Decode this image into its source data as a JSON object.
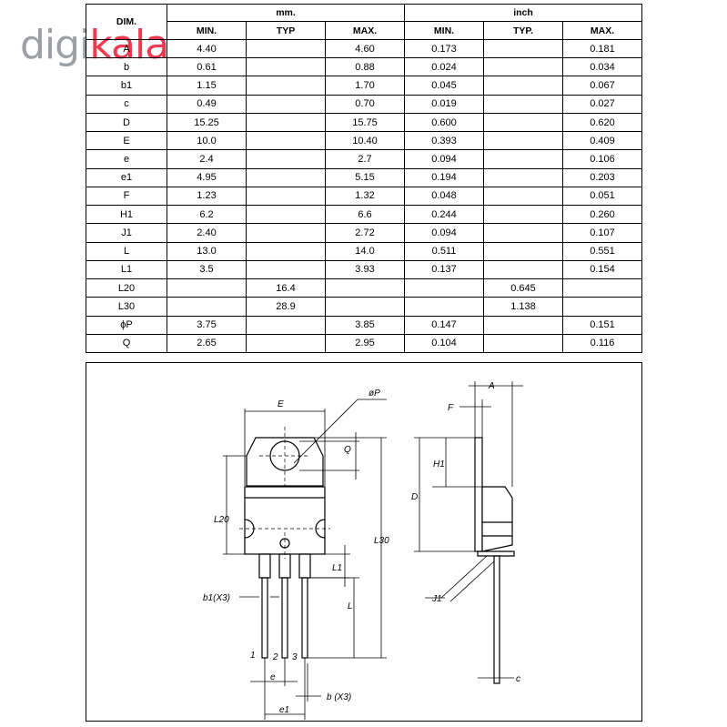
{
  "logo": {
    "part1": "digi",
    "part2": "kala"
  },
  "table": {
    "header": {
      "dim": "DIM.",
      "mm": "mm.",
      "inch": "inch"
    },
    "subheaders": [
      "MIN.",
      "TYP",
      "MAX.",
      "MIN.",
      "TYP.",
      "MAX."
    ],
    "rows": [
      [
        "A",
        "4.40",
        "",
        "4.60",
        "0.173",
        "",
        "0.181"
      ],
      [
        "b",
        "0.61",
        "",
        "0.88",
        "0.024",
        "",
        "0.034"
      ],
      [
        "b1",
        "1.15",
        "",
        "1.70",
        "0.045",
        "",
        "0.067"
      ],
      [
        "c",
        "0.49",
        "",
        "0.70",
        "0.019",
        "",
        "0.027"
      ],
      [
        "D",
        "15.25",
        "",
        "15.75",
        "0.600",
        "",
        "0.620"
      ],
      [
        "E",
        "10.0",
        "",
        "10.40",
        "0.393",
        "",
        "0.409"
      ],
      [
        "e",
        "2.4",
        "",
        "2.7",
        "0.094",
        "",
        "0.106"
      ],
      [
        "e1",
        "4.95",
        "",
        "5.15",
        "0.194",
        "",
        "0.203"
      ],
      [
        "F",
        "1.23",
        "",
        "1.32",
        "0.048",
        "",
        "0.051"
      ],
      [
        "H1",
        "6.2",
        "",
        "6.6",
        "0.244",
        "",
        "0.260"
      ],
      [
        "J1",
        "2.40",
        "",
        "2.72",
        "0.094",
        "",
        "0.107"
      ],
      [
        "L",
        "13.0",
        "",
        "14.0",
        "0.511",
        "",
        "0.551"
      ],
      [
        "L1",
        "3.5",
        "",
        "3.93",
        "0.137",
        "",
        "0.154"
      ],
      [
        "L20",
        "",
        "16.4",
        "",
        "",
        "0.645",
        ""
      ],
      [
        "L30",
        "",
        "28.9",
        "",
        "",
        "1.138",
        ""
      ],
      [
        "ϕP",
        "3.75",
        "",
        "3.85",
        "0.147",
        "",
        "0.151"
      ],
      [
        "Q",
        "2.65",
        "",
        "2.95",
        "0.104",
        "",
        "0.116"
      ]
    ]
  },
  "drawing": {
    "labels": {
      "E": "E",
      "phiP": "øP",
      "Q": "Q",
      "L20": "L20",
      "L30": "L30",
      "L1": "L1",
      "L": "L",
      "b1": "b1(X3)",
      "e": "e",
      "e1": "e1",
      "b": "b (X3)",
      "pin1": "1",
      "pin2": "2",
      "pin3": "3",
      "A": "A",
      "F": "F",
      "H1": "H1",
      "D": "D",
      "J1": "J1",
      "c": "c"
    }
  }
}
